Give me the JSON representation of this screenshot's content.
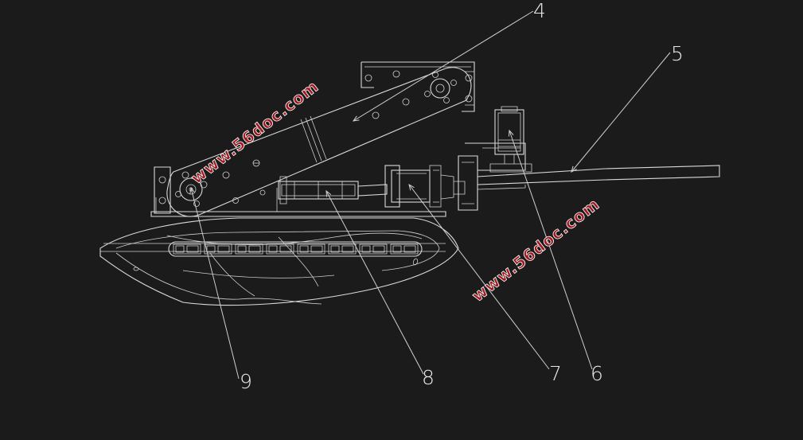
{
  "callouts": [
    {
      "id": "4",
      "label": "4"
    },
    {
      "id": "5",
      "label": "5"
    },
    {
      "id": "6",
      "label": "6"
    },
    {
      "id": "7",
      "label": "7"
    },
    {
      "id": "8",
      "label": "8"
    },
    {
      "id": "9",
      "label": "9"
    }
  ],
  "watermark": {
    "text": "www.56doc.com"
  },
  "colors": {
    "background": "#1b1b1c",
    "line": "#d9d9d9",
    "watermark": "#a01c22"
  }
}
